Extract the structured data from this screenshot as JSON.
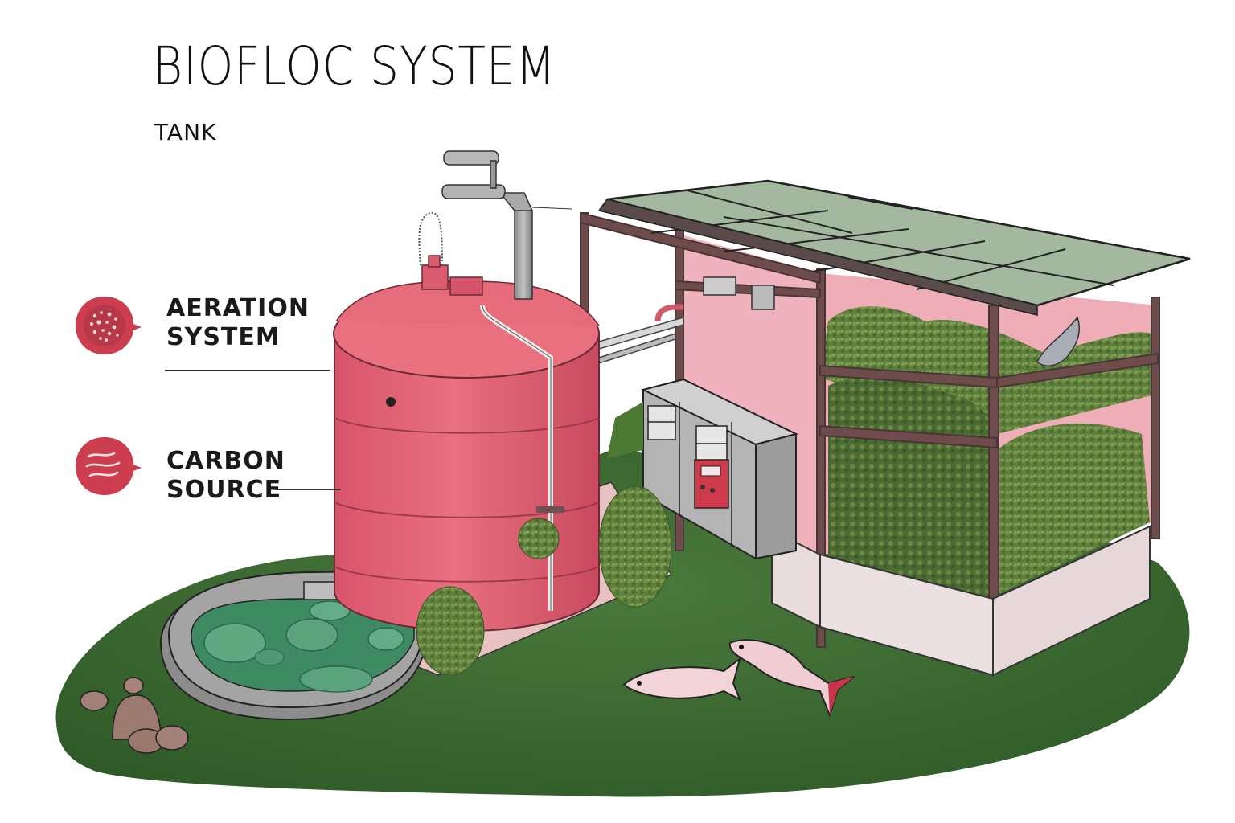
{
  "header": {
    "title": "BIOFLOC SYSTEM",
    "subtitle": "TANK"
  },
  "callouts": [
    {
      "id": "aeration",
      "line1": "AERATION",
      "line2": "SYSTEM",
      "icon": "aeration-bubbles-icon"
    },
    {
      "id": "carbon",
      "line1": "CARBON",
      "line2": "SOURCE",
      "icon": "carbon-flakes-icon"
    }
  ],
  "scene": {
    "components": [
      "biofloc-tank",
      "aeration-pipe",
      "settling-pond",
      "control-panel",
      "greenhouse-structure",
      "solar-roof-panels",
      "plants",
      "fish",
      "rocks"
    ]
  },
  "colors": {
    "tank_pink": "#e06076",
    "tank_dark": "#b8404f",
    "icon_red": "#cc3d4f",
    "roof_green": "#9fb39a",
    "frame_brown": "#6b4a4a",
    "wall_pink": "#f1b3bd",
    "grass": "#3f6b34",
    "water": "#3d8a63",
    "panel_grey": "#b8b8b8"
  }
}
